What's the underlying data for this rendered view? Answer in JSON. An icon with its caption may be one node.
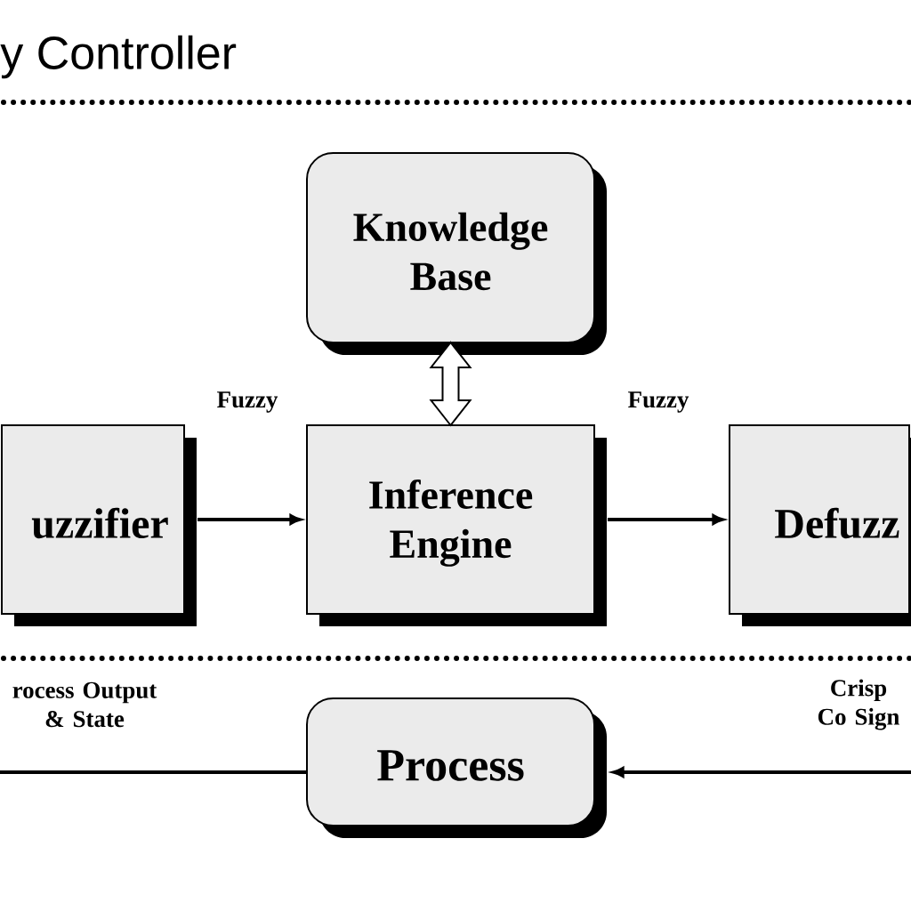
{
  "diagram": {
    "title": "y Controller",
    "nodes": [
      {
        "text": [
          "Knowledge Base"
        ]
      },
      {
        "text": [
          "uzzifier"
        ]
      },
      {
        "text": [
          "Inference Engine"
        ]
      },
      {
        "text": [
          "Defuzz"
        ]
      },
      {
        "text": [
          "Process"
        ]
      }
    ],
    "edges": [
      {
        "from": 0,
        "to": 2,
        "arrow": "both",
        "style": "thick"
      },
      {
        "from": 1,
        "to": 2,
        "arrow": "to",
        "label": "Fuzzy"
      },
      {
        "from": 2,
        "to": 3,
        "arrow": "to",
        "label": "Fuzzy"
      },
      {
        "from": null,
        "to": 4,
        "arrow": "to",
        "label": "Crisp Co Sign"
      },
      {
        "from": 4,
        "to": null,
        "arrow": "none",
        "label": "rocess Output & State"
      }
    ]
  }
}
